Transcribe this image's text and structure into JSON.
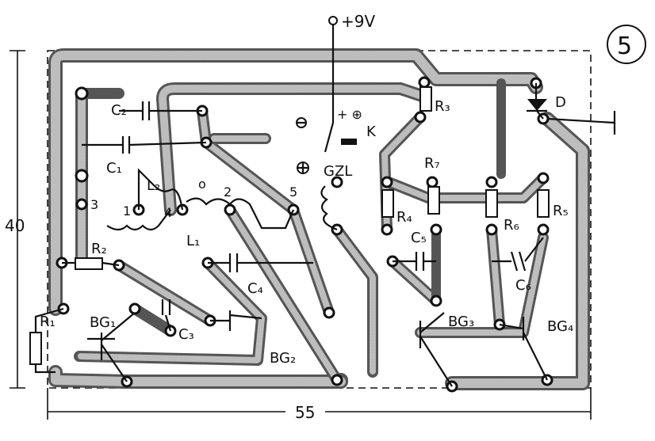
{
  "figure_number": "5",
  "supply_label": "+9V",
  "dimensions": {
    "height_label": "40",
    "width_label": "55"
  },
  "component_labels": {
    "C2": "C₂",
    "C1": "C₁",
    "L2": "L₂",
    "L1": "L₁",
    "R2": "R₂",
    "R1": "R₁",
    "C3": "C₃",
    "C4": "C₄",
    "BG1": "BG₁",
    "BG2": "BG₂",
    "R3": "R₃",
    "R4": "R₄",
    "R5": "R₅",
    "R6": "R₆",
    "R7": "R₇",
    "C5": "C₅",
    "C6": "C₆",
    "BG3": "BG₃",
    "BG4": "BG₄",
    "D": "D",
    "K": "K",
    "GZL": "GZL"
  },
  "pin_labels": {
    "p1": "1",
    "p2": "2",
    "p3": "3",
    "p4": "4",
    "p5": "5",
    "p0": "o"
  },
  "switch_mark": "+ ⊕"
}
